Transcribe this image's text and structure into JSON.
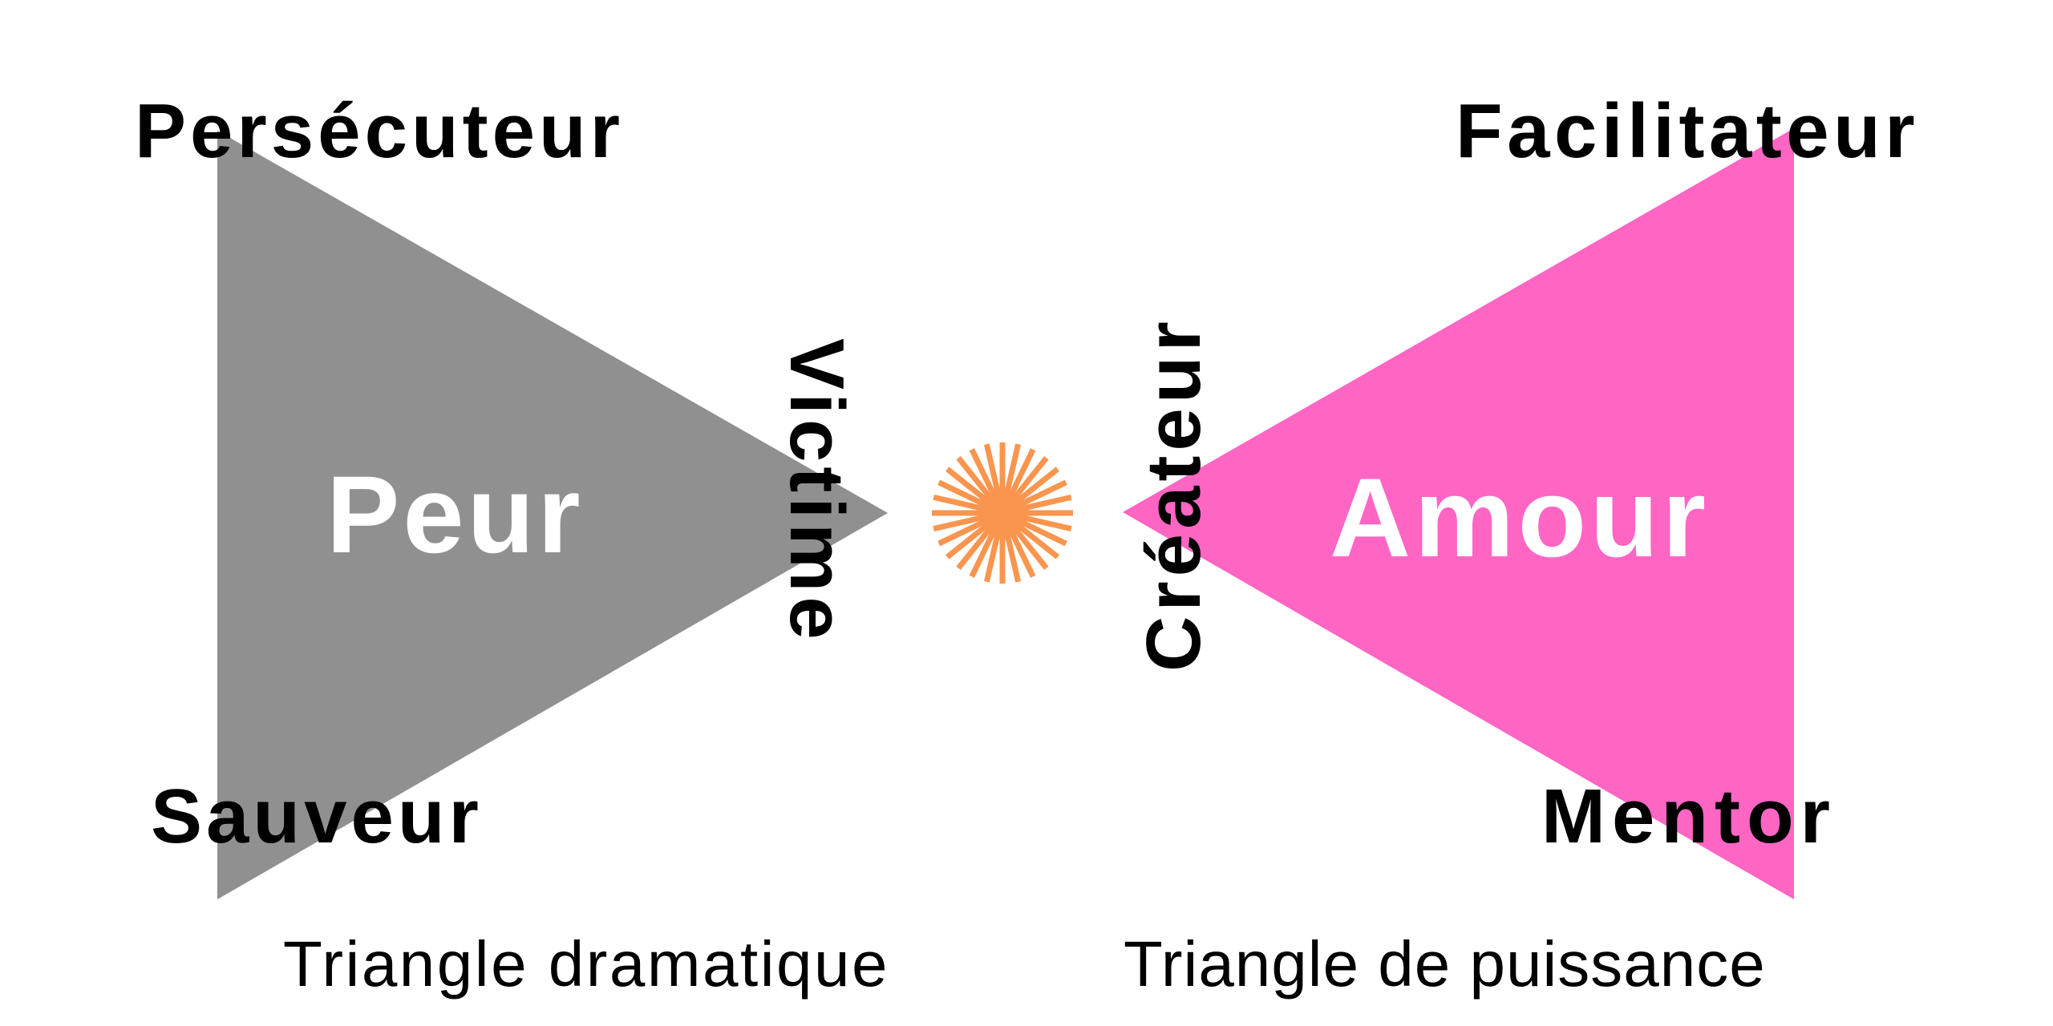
{
  "colors": {
    "background": "#ffffff",
    "drama_triangle": "#909090",
    "power_triangle": "#ff66c4",
    "sun": "#f9954e",
    "label_text": "#000000",
    "core_text": "#ffffff"
  },
  "drama_triangle": {
    "core_emotion": "Peur",
    "roles": {
      "top": "Persécuteur",
      "bottom": "Sauveur",
      "apex": "Victime"
    },
    "caption": "Triangle dramatique"
  },
  "power_triangle": {
    "core_emotion": "Amour",
    "roles": {
      "top": "Facilitateur",
      "bottom": "Mentor",
      "apex": "Créateur"
    },
    "caption": "Triangle de puissance"
  },
  "center_icon": "sun-burst-icon"
}
